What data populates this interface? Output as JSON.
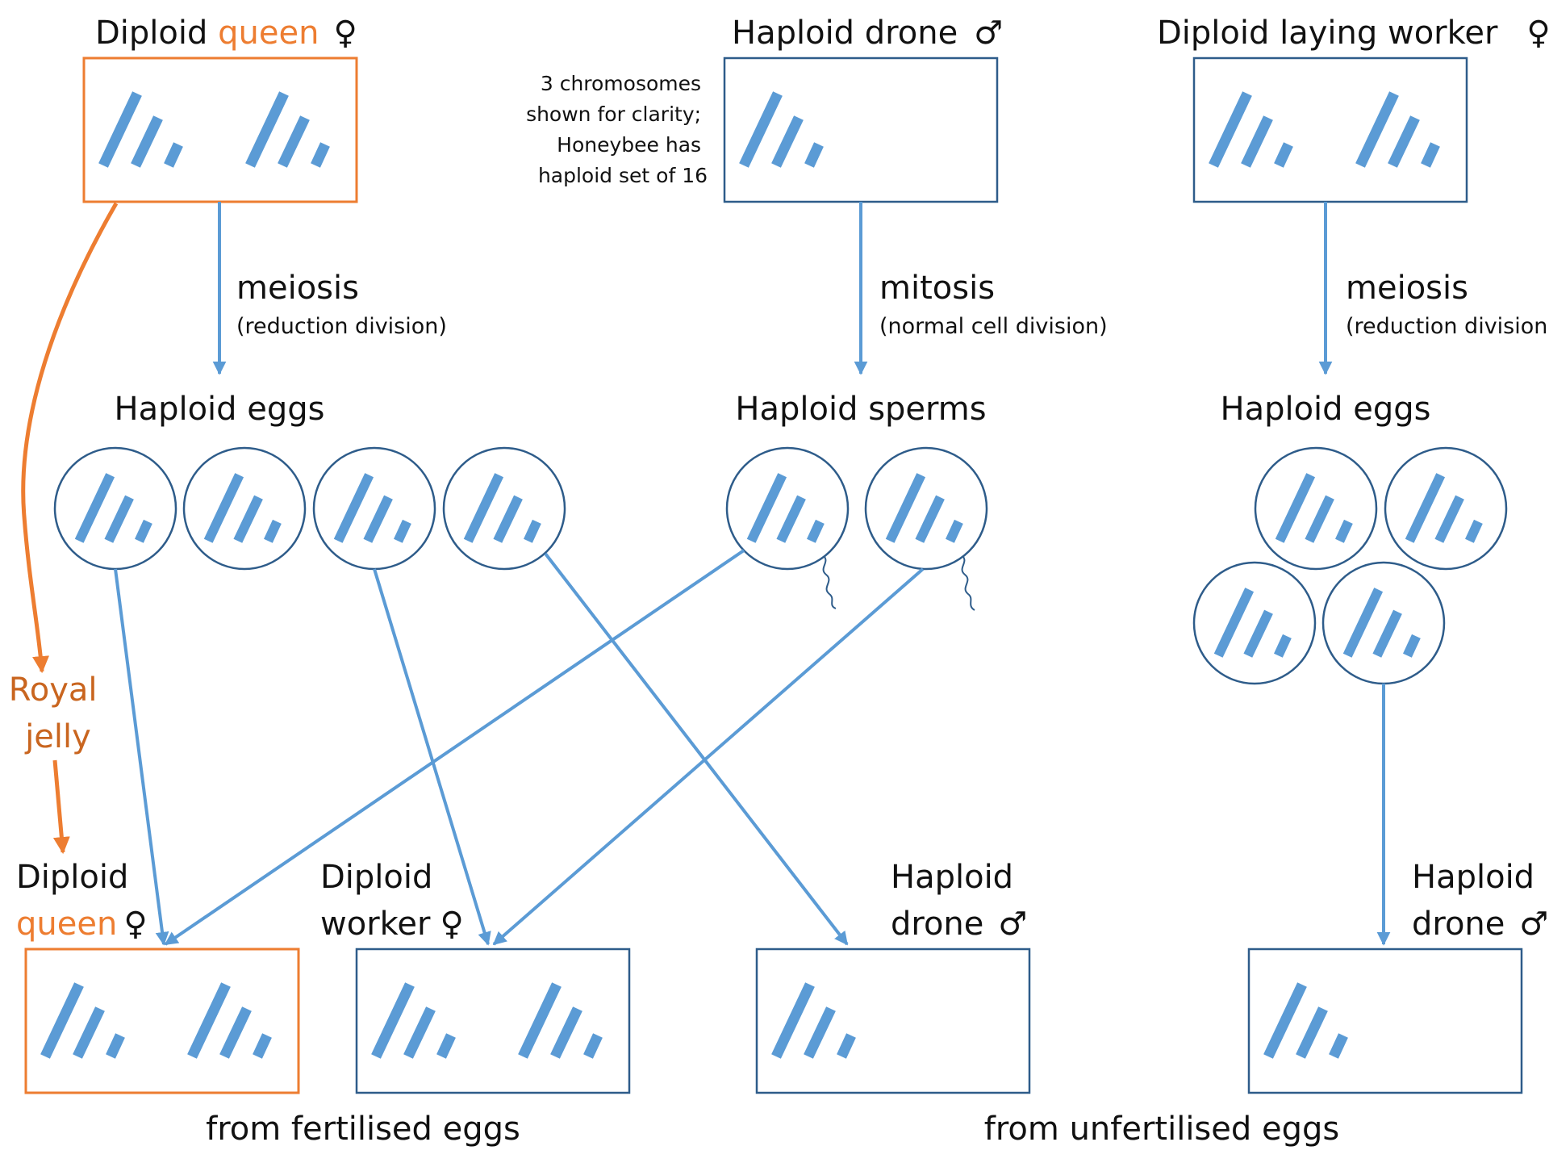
{
  "colors": {
    "blue": "#5B9BD5",
    "box_blue": "#2E5C8A",
    "orange": "#ED7D31",
    "royal_jelly_text": "#C9651F",
    "text": "#111111"
  },
  "top": {
    "queen": {
      "word": "Diploid",
      "highlight": "queen",
      "symbol": "♀"
    },
    "drone": {
      "label": "Haploid drone",
      "symbol": "♂"
    },
    "worker": {
      "label": "Diploid laying worker",
      "symbol": "♀"
    },
    "note": [
      "3 chromosomes",
      "shown for clarity;",
      "Honeybee has",
      "haploid set of 16"
    ]
  },
  "processes": {
    "queen": {
      "title": "meiosis",
      "subtitle": "(reduction division)"
    },
    "drone": {
      "title": "mitosis",
      "subtitle": "(normal cell division)"
    },
    "worker": {
      "title": "meiosis",
      "subtitle": "(reduction division)"
    }
  },
  "middle": {
    "queen_eggs": "Haploid eggs",
    "sperms": "Haploid sperms",
    "worker_eggs": "Haploid eggs"
  },
  "royal_jelly": [
    "Royal",
    "jelly"
  ],
  "bottom": {
    "queen": {
      "word": "Diploid",
      "highlight": "queen",
      "symbol": "♀"
    },
    "worker": {
      "line1": "Diploid",
      "line2": "worker",
      "symbol": "♀"
    },
    "drone1": {
      "line1": "Haploid",
      "line2": "drone",
      "symbol": "♂"
    },
    "drone2": {
      "line1": "Haploid",
      "line2": "drone",
      "symbol": "♂"
    }
  },
  "footer": {
    "fertilised": "from fertilised eggs",
    "unfertilised": "from unfertilised eggs"
  }
}
